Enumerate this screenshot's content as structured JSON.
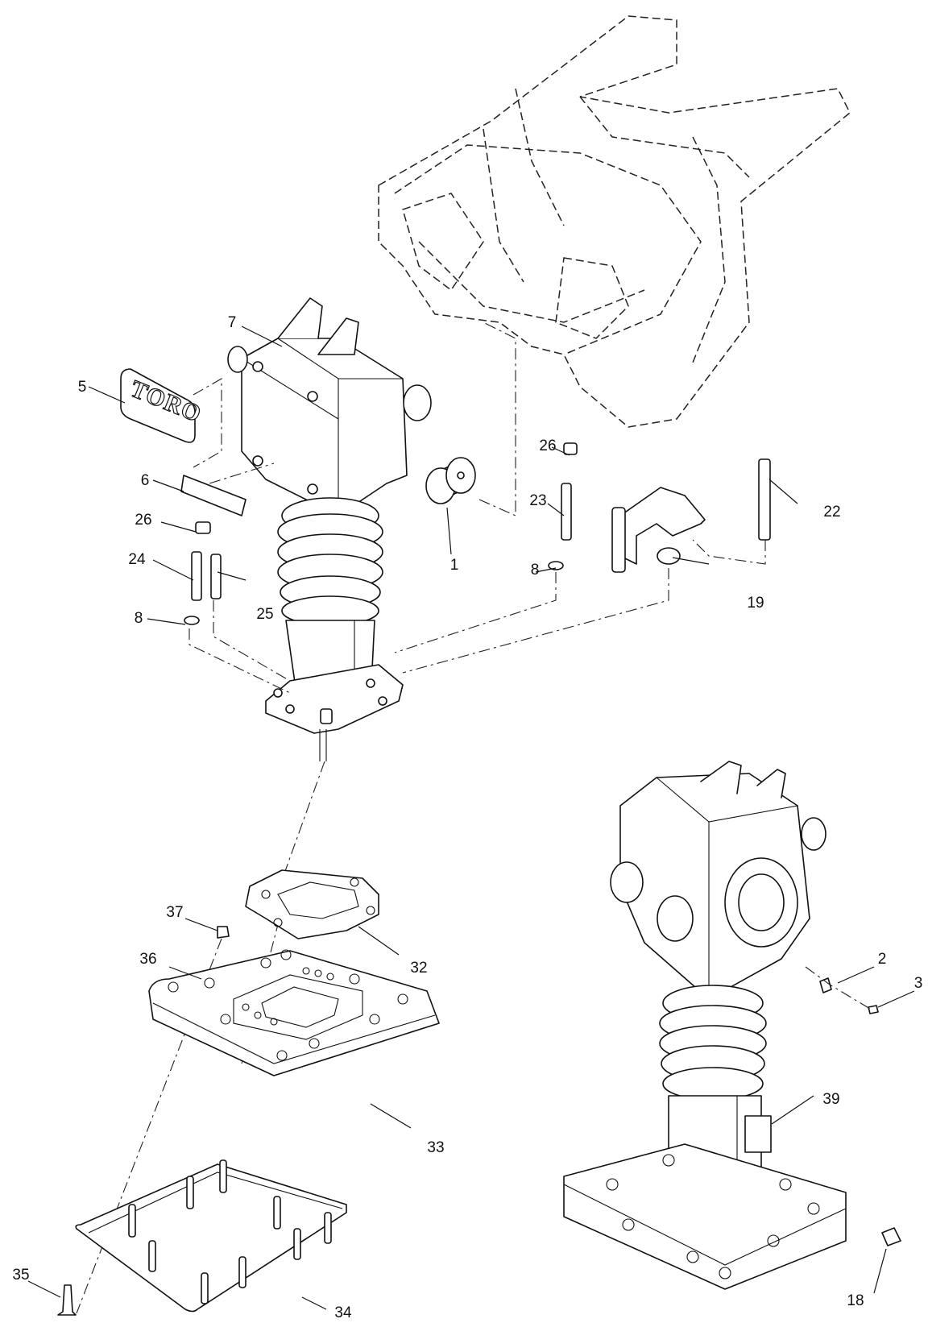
{
  "logo_text": "TORO",
  "callouts": [
    {
      "id": "c1",
      "label": "1"
    },
    {
      "id": "c2",
      "label": "2"
    },
    {
      "id": "c3",
      "label": "3"
    },
    {
      "id": "c5",
      "label": "5"
    },
    {
      "id": "c6",
      "label": "6"
    },
    {
      "id": "c7",
      "label": "7"
    },
    {
      "id": "c8a",
      "label": "8"
    },
    {
      "id": "c8b",
      "label": "8"
    },
    {
      "id": "c18",
      "label": "18"
    },
    {
      "id": "c19",
      "label": "19"
    },
    {
      "id": "c22",
      "label": "22"
    },
    {
      "id": "c23",
      "label": "23"
    },
    {
      "id": "c24",
      "label": "24"
    },
    {
      "id": "c25",
      "label": "25"
    },
    {
      "id": "c26a",
      "label": "26"
    },
    {
      "id": "c26b",
      "label": "26"
    },
    {
      "id": "c32",
      "label": "32"
    },
    {
      "id": "c33",
      "label": "33"
    },
    {
      "id": "c34",
      "label": "34"
    },
    {
      "id": "c35",
      "label": "35"
    },
    {
      "id": "c36",
      "label": "36"
    },
    {
      "id": "c37",
      "label": "37"
    },
    {
      "id": "c39",
      "label": "39"
    }
  ]
}
